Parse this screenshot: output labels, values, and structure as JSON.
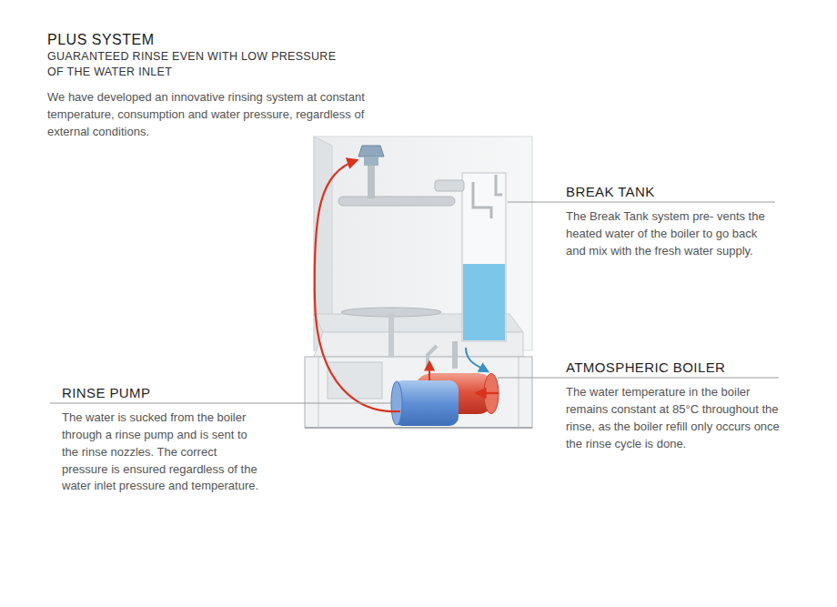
{
  "diagram": {
    "title": "PLUS SYSTEM",
    "labels": [
      "GUARANTEED RINSE EVEN WITH LOW PRESSURE OF THE WATER INLET",
      "We have developed an innovative rinsing system at constant temperature, consumption and water pressure, regardless of external conditions.",
      "BREAK TANK",
      "The Break Tank system pre- vents the heated water of the boiler to go back and mix with the fresh water supply.",
      "ATMOSPHERIC BOILER",
      "The water temperature in the boiler remains constant at 85°C throughout the rinse, as the boiler refill only occurs once the rinse cycle is done.",
      "RINSE PUMP",
      "The water is sucked from the boiler through a rinse pump and is sent to the rinse nozzles. The correct pressure is ensured regardless of the water inlet pressure and temperature."
    ]
  }
}
